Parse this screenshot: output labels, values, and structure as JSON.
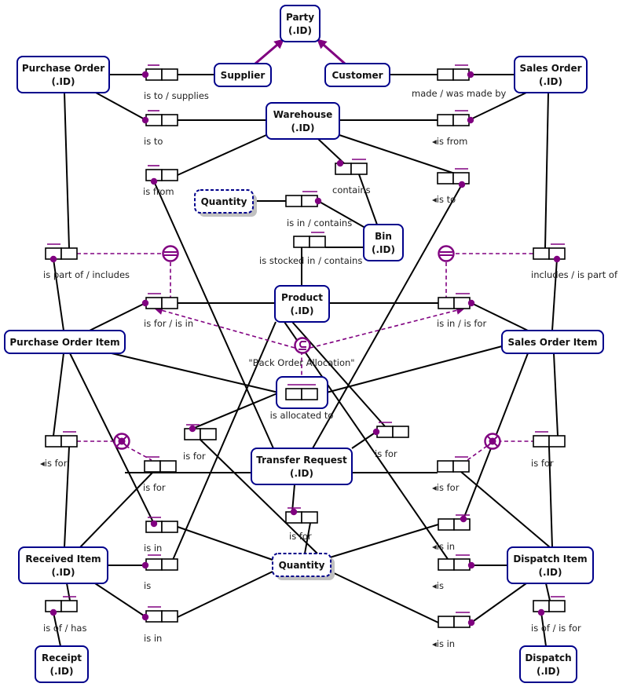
{
  "diagram": {
    "title": "ORM Model: Orders, Warehouse, Transfer Requests",
    "colors": {
      "entity_border": "#00008b",
      "constraint": "#800080",
      "line": "#000000",
      "shadow": "#c0c0c0"
    },
    "entities": [
      {
        "id": "party",
        "name": "Party",
        "ref": "(.ID)"
      },
      {
        "id": "supplier",
        "name": "Supplier",
        "ref": ""
      },
      {
        "id": "customer",
        "name": "Customer",
        "ref": ""
      },
      {
        "id": "purchase-order",
        "name": "Purchase Order",
        "ref": "(.ID)"
      },
      {
        "id": "sales-order",
        "name": "Sales Order",
        "ref": "(.ID)"
      },
      {
        "id": "warehouse",
        "name": "Warehouse",
        "ref": "(.ID)"
      },
      {
        "id": "bin",
        "name": "Bin",
        "ref": "(.ID)"
      },
      {
        "id": "product",
        "name": "Product",
        "ref": "(.ID)"
      },
      {
        "id": "purchase-order-item",
        "name": "Purchase Order Item",
        "ref": ""
      },
      {
        "id": "sales-order-item",
        "name": "Sales Order Item",
        "ref": ""
      },
      {
        "id": "transfer-request",
        "name": "Transfer Request",
        "ref": "(.ID)"
      },
      {
        "id": "received-item",
        "name": "Received Item",
        "ref": "(.ID)"
      },
      {
        "id": "dispatch-item",
        "name": "Dispatch Item",
        "ref": "(.ID)"
      },
      {
        "id": "receipt",
        "name": "Receipt",
        "ref": "(.ID)"
      },
      {
        "id": "dispatch",
        "name": "Dispatch",
        "ref": "(.ID)"
      }
    ],
    "value_types": [
      {
        "id": "quantity-bin",
        "name": "Quantity"
      },
      {
        "id": "quantity-main",
        "name": "Quantity"
      }
    ],
    "objectified_fact": {
      "name": "\"Back Order Allocation\"",
      "reading": "is allocated to"
    },
    "fact_types": [
      {
        "id": "po-supplier",
        "reading": "is to / supplies"
      },
      {
        "id": "po-warehouse",
        "reading": "is to"
      },
      {
        "id": "so-customer",
        "reading": "made / was made by"
      },
      {
        "id": "so-warehouse",
        "reading": "◂is from"
      },
      {
        "id": "tr-from-warehouse",
        "reading": "is from"
      },
      {
        "id": "warehouse-bin",
        "reading": "contains"
      },
      {
        "id": "tr-to-warehouse",
        "reading": "◂is to"
      },
      {
        "id": "bin-quantity",
        "reading": "is in / contains"
      },
      {
        "id": "product-bin",
        "reading": "is stocked in / contains"
      },
      {
        "id": "poi-po",
        "reading": "is part of / includes"
      },
      {
        "id": "soi-so",
        "reading": "includes / is part of"
      },
      {
        "id": "poi-product",
        "reading": "is for / is in"
      },
      {
        "id": "soi-product",
        "reading": "is in / is for"
      },
      {
        "id": "tr-product-left",
        "reading": "is for"
      },
      {
        "id": "tr-product-right",
        "reading": "is for"
      },
      {
        "id": "ri-poi",
        "reading": "◂is for"
      },
      {
        "id": "ri-tr",
        "reading": "is for"
      },
      {
        "id": "di-tr",
        "reading": "◂is for"
      },
      {
        "id": "di-soi",
        "reading": "is for"
      },
      {
        "id": "tr-quantity",
        "reading": "is for"
      },
      {
        "id": "ri-quantity-poi",
        "reading": "is in"
      },
      {
        "id": "ri-product",
        "reading": "is"
      },
      {
        "id": "ri-quantity",
        "reading": "is in"
      },
      {
        "id": "di-quantity-soi",
        "reading": "◂is in"
      },
      {
        "id": "di-product",
        "reading": "◂is"
      },
      {
        "id": "di-quantity",
        "reading": "◂is in"
      },
      {
        "id": "ri-receipt",
        "reading": "is of / has"
      },
      {
        "id": "di-dispatch",
        "reading": "is of / is for"
      }
    ],
    "constraints": [
      {
        "id": "equality-left",
        "type": "equality"
      },
      {
        "id": "equality-right",
        "type": "equality"
      },
      {
        "id": "subset-back-order",
        "type": "subset"
      },
      {
        "id": "exclusive-or-left",
        "type": "exclusive-or"
      },
      {
        "id": "exclusive-or-right",
        "type": "exclusive-or"
      }
    ]
  }
}
